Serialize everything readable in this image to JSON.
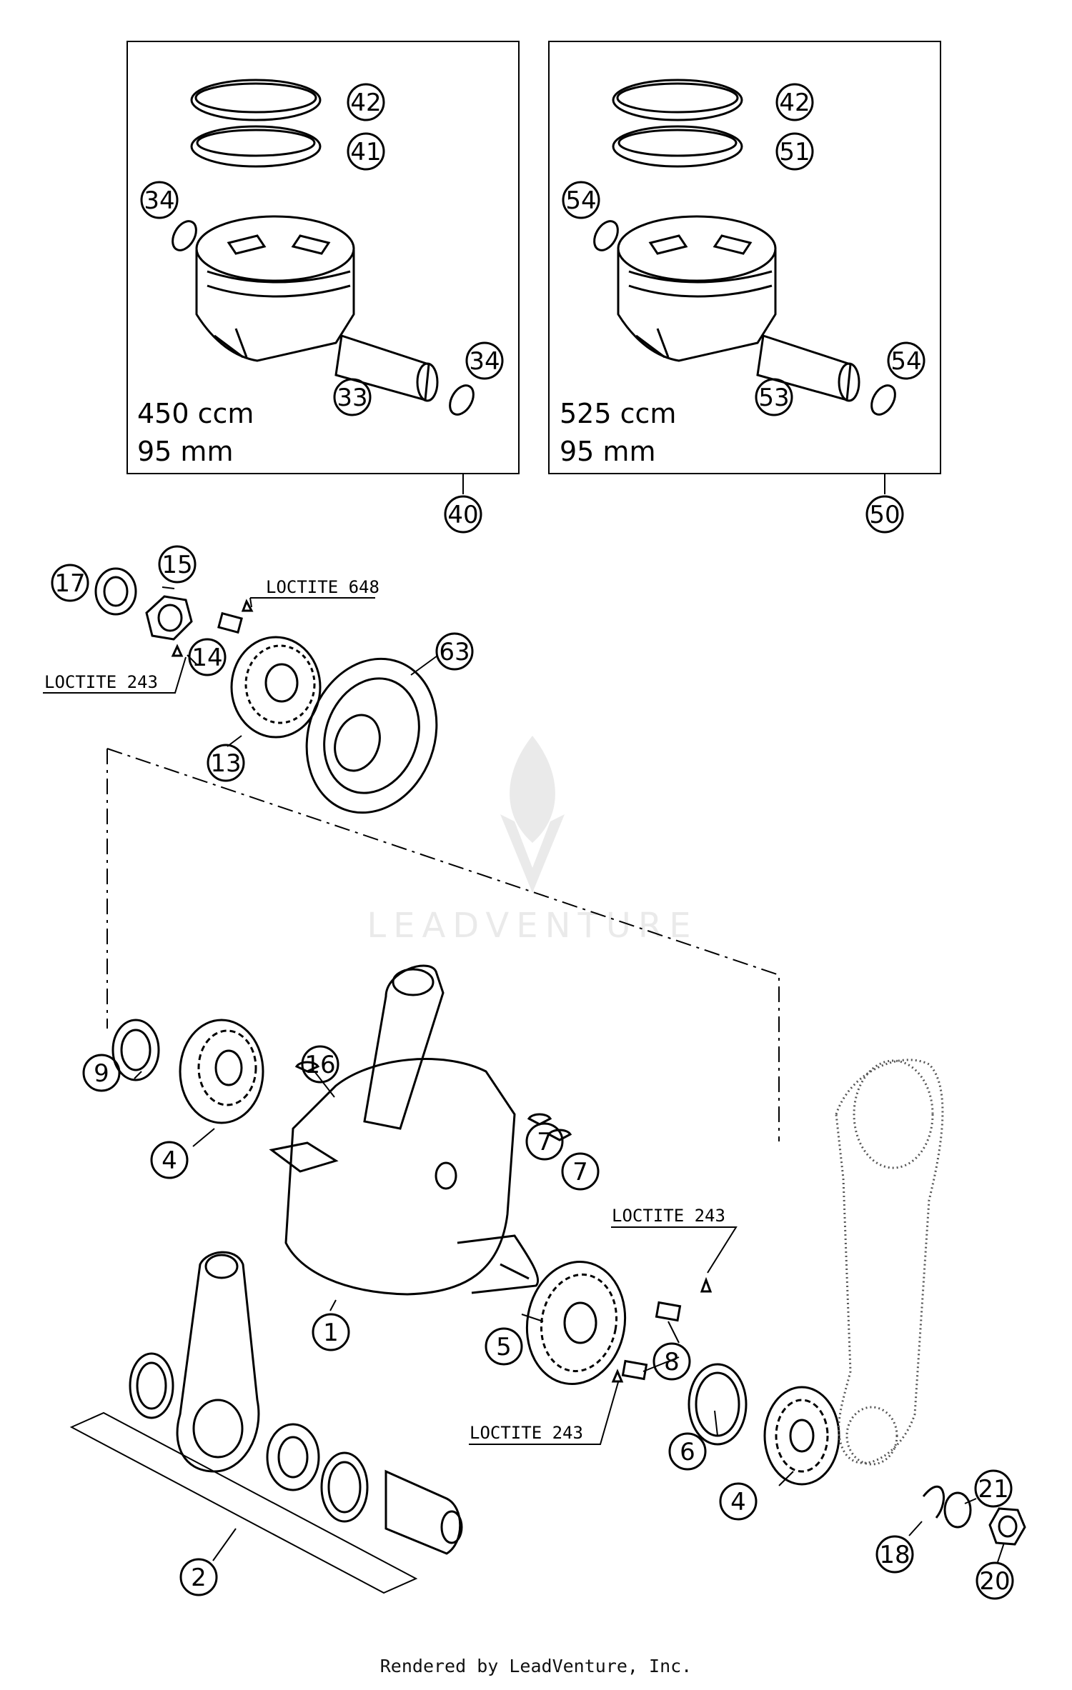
{
  "callouts": {
    "c42a": "42",
    "c41": "41",
    "c34a": "34",
    "c33": "33",
    "c34b": "34",
    "c40": "40",
    "c42b": "42",
    "c51": "51",
    "c54a": "54",
    "c53": "53",
    "c54b": "54",
    "c50": "50",
    "c17": "17",
    "c15": "15",
    "c14": "14",
    "c13": "13",
    "c63": "63",
    "c9": "9",
    "c4a": "4",
    "c16": "16",
    "c7a": "7",
    "c7b": "7",
    "c1": "1",
    "c5": "5",
    "c8": "8",
    "c6": "6",
    "c4b": "4",
    "c2": "2",
    "c18": "18",
    "c21": "21",
    "c20": "20"
  },
  "kits": {
    "left": {
      "line1": "450 ccm",
      "line2": "95 mm"
    },
    "right": {
      "line1": "525 ccm",
      "line2": "95 mm"
    }
  },
  "notes": {
    "loctite_648": "LOCTITE 648",
    "loctite_243_left": "LOCTITE 243",
    "loctite_243_right_top": "LOCTITE 243",
    "loctite_243_right_bottom": "LOCTITE 243"
  },
  "watermark": "LEADVENTURE",
  "footer": "Rendered by LeadVenture, Inc."
}
